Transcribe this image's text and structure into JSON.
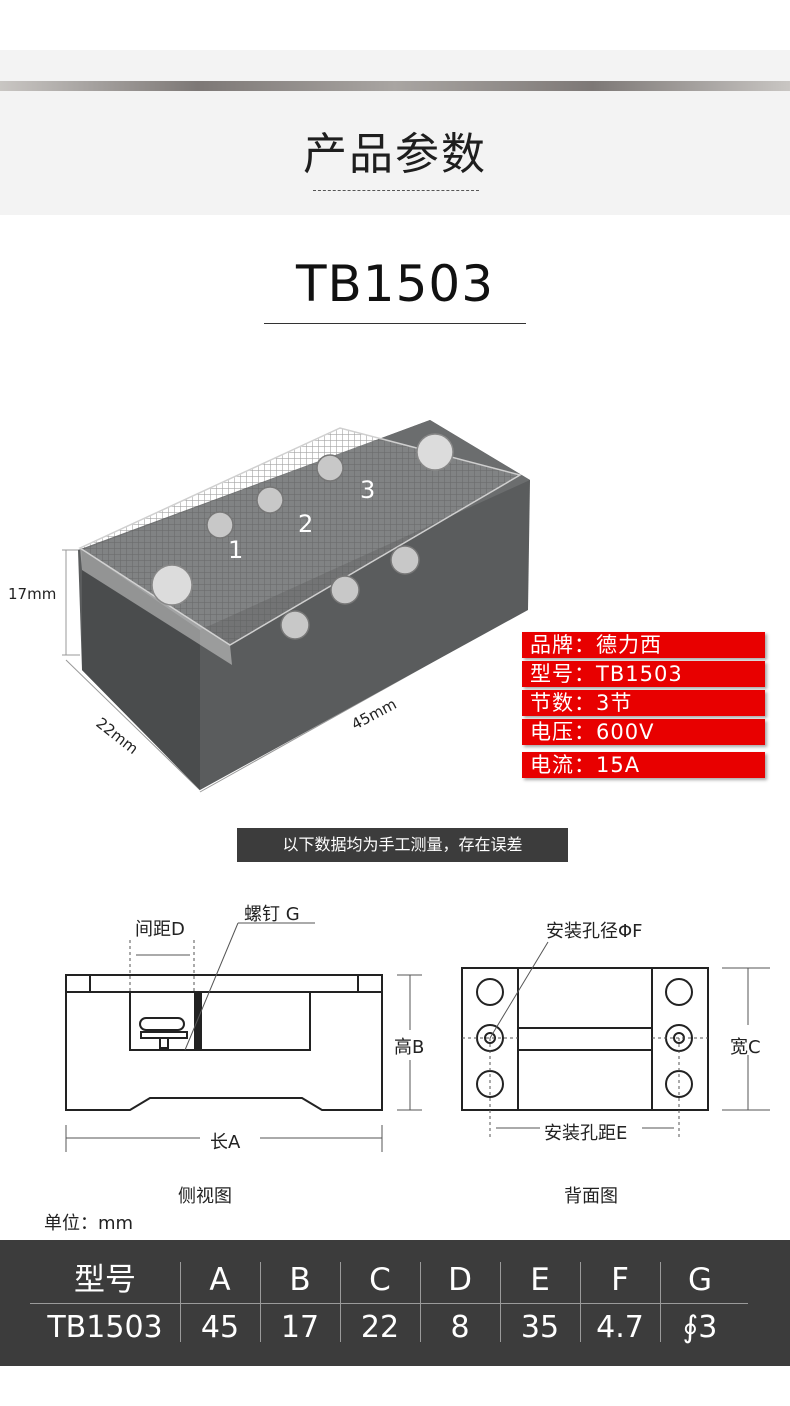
{
  "header": {
    "title": "产品参数"
  },
  "model_title": "TB1503",
  "photo": {
    "dim_height": "17mm",
    "dim_width": "22mm",
    "dim_length": "45mm",
    "terminal_numbers": [
      "1",
      "2",
      "3"
    ]
  },
  "specs": [
    "品牌：德力西",
    "型号：TB1503",
    "节数：3节",
    "电压：600V",
    "电流：15A"
  ],
  "notice": "以下数据均为手工测量，存在误差",
  "side_view": {
    "label_spacing": "间距D",
    "label_screw": "螺钉 G",
    "label_height": "高B",
    "label_length": "长A",
    "caption": "侧视图"
  },
  "back_view": {
    "label_hole_diameter": "安装孔径ΦF",
    "label_width": "宽C",
    "label_hole_spacing": "安装孔距E",
    "caption": "背面图"
  },
  "unit_label": "单位：mm",
  "table": {
    "headers": [
      "型号",
      "A",
      "B",
      "C",
      "D",
      "E",
      "F",
      "G"
    ],
    "row": [
      "TB1503",
      "45",
      "17",
      "22",
      "8",
      "35",
      "4.7",
      "∮3"
    ]
  },
  "colors": {
    "spec_red": "#e80000",
    "dark_band": "#3c3c3c",
    "body_gray": "#5a5c5d"
  }
}
